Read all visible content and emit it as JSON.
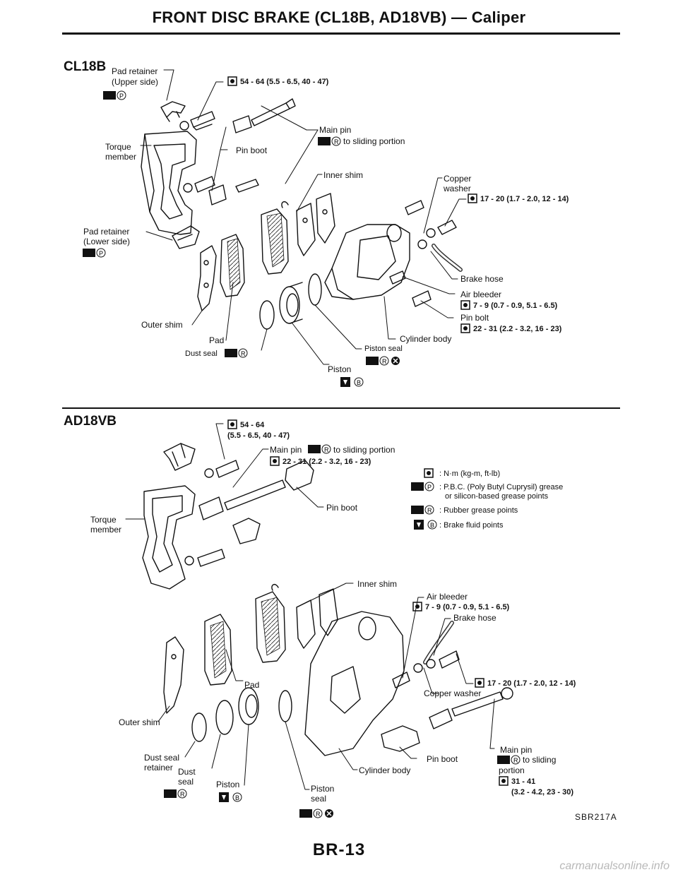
{
  "title": "FRONT DISC BRAKE (CL18B, AD18VB) — Caliper",
  "cl18b": {
    "heading": "CL18B",
    "pad_retainer_upper_1": "Pad retainer",
    "pad_retainer_upper_2": "(Upper side)",
    "torque_top": "54 - 64 (5.5 - 6.5, 40 - 47)",
    "main_pin": "Main pin",
    "main_pin_note": "to sliding portion",
    "torque_member_1": "Torque",
    "torque_member_2": "member",
    "pin_boot": "Pin boot",
    "inner_shim": "Inner shim",
    "copper_washer_1": "Copper",
    "copper_washer_2": "washer",
    "torque_copper": "17 - 20 (1.7 - 2.0, 12 - 14)",
    "pad_retainer_lower_1": "Pad retainer",
    "pad_retainer_lower_2": "(Lower side)",
    "brake_hose": "Brake hose",
    "air_bleeder": "Air bleeder",
    "torque_air": "7 - 9 (0.7 - 0.9, 5.1 - 6.5)",
    "pin_bolt": "Pin bolt",
    "torque_pin_bolt": "22 - 31 (2.2 - 3.2, 16 - 23)",
    "outer_shim": "Outer shim",
    "pad": "Pad",
    "cylinder_body": "Cylinder body",
    "dust_seal": "Dust seal",
    "piston_seal": "Piston seal",
    "piston": "Piston"
  },
  "ad18vb": {
    "heading": "AD18VB",
    "torque_top_1": "54 - 64",
    "torque_top_2": "(5.5 - 6.5, 40 - 47)",
    "main_pin": "Main pin",
    "main_pin_note": "to sliding portion",
    "torque_main_pin": "22 - 31 (2.2 - 3.2, 16 - 23)",
    "torque_member_1": "Torque",
    "torque_member_2": "member",
    "pin_boot": "Pin boot",
    "inner_shim": "Inner shim",
    "air_bleeder": "Air bleeder",
    "torque_air": "7 - 9 (0.7 - 0.9, 5.1 - 6.5)",
    "brake_hose": "Brake hose",
    "torque_copper": "17 - 20 (1.7 - 2.0, 12 - 14)",
    "copper_washer": "Copper washer",
    "pad": "Pad",
    "outer_shim": "Outer shim",
    "main_pin_2": "Main pin",
    "main_pin_2_note_1": "to sliding",
    "main_pin_2_note_2": "portion",
    "torque_main_pin_2_1": "31 - 41",
    "torque_main_pin_2_2": "(3.2 - 4.2, 23 - 30)",
    "dust_seal_retainer_1": "Dust seal",
    "dust_seal_retainer_2": "retainer",
    "dust_seal_1": "Dust",
    "dust_seal_2": "seal",
    "pin_boot_2": "Pin boot",
    "cylinder_body": "Cylinder body",
    "piston": "Piston",
    "piston_seal_1": "Piston",
    "piston_seal_2": "seal"
  },
  "legend": {
    "torque": ": N·m (kg-m, ft-lb)",
    "pbc_1": ": P.B.C. (Poly Butyl Cuprysil) grease",
    "pbc_2": "or silicon-based grease points",
    "rubber": ": Rubber grease points",
    "brake_fluid": ": Brake fluid points"
  },
  "figure_code": "SBR217A",
  "page_number": "BR-13",
  "watermark": "carmanualsonline.info"
}
